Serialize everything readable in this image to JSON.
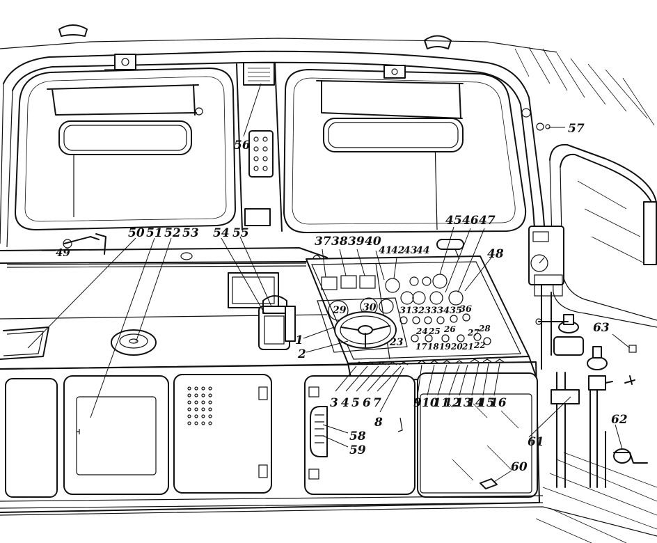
{
  "labels": {
    "l1": "1",
    "l2": "2",
    "l3": "3",
    "l4": "4",
    "l5": "5",
    "l6": "6",
    "l7": "7",
    "l8": "8",
    "l9": "9",
    "l10": "10",
    "l11": "11",
    "l12": "12",
    "l13": "13",
    "l14": "14",
    "l15": "15",
    "l16": "16",
    "l17": "17",
    "l18": "18",
    "l19": "19",
    "l20": "20",
    "l21": "21",
    "l22": "22",
    "l23": "23",
    "l24": "24",
    "l25": "25",
    "l26": "26",
    "l27": "27",
    "l28": "28",
    "l29": "29",
    "l30": "30",
    "l31": "31",
    "l32": "32",
    "l33": "33",
    "l34": "34",
    "l35": "35",
    "l36": "36",
    "l37": "37",
    "l38": "38",
    "l39": "39",
    "l40": "40",
    "l41": "41",
    "l42": "42",
    "l43": "43",
    "l44": "44",
    "l45": "45",
    "l46": "46",
    "l47": "47",
    "l48": "48",
    "l49": "49",
    "l50": "50",
    "l51": "51",
    "l52": "52",
    "l53": "53",
    "l54": "54",
    "l55": "55",
    "l56": "56",
    "l57": "57",
    "l58": "58",
    "l59": "59",
    "l60": "60",
    "l61": "61",
    "l62": "62",
    "l63": "63"
  }
}
